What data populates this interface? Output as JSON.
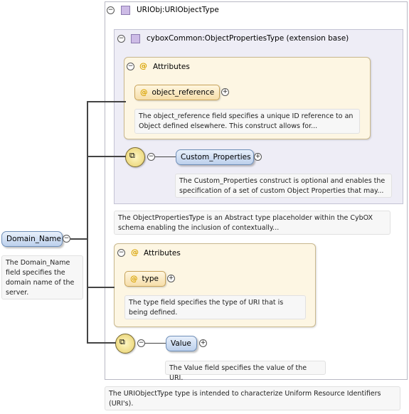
{
  "root": {
    "element_name": "Domain_Name",
    "doc": "The Domain_Name field specifies the domain name of the server."
  },
  "type": {
    "name": "URIObj:URIObjectType",
    "doc": "The URIObjectType type is intended to characterize Uniform Resource Identifiers (URI's)."
  },
  "extension": {
    "name": "cyboxCommon:ObjectPropertiesType (extension base)",
    "doc": "The ObjectPropertiesType is an Abstract type placeholder within the CybOX schema enabling the inclusion of contextually...",
    "attributes_label": "Attributes",
    "attribute": {
      "name": "object_reference",
      "doc": "The object_reference field specifies a unique ID reference to an Object defined elsewhere. This construct allows for..."
    },
    "element": {
      "name": "Custom_Properties",
      "doc": "The Custom_Properties construct is optional and enables the specification of a set of custom Object Properties that may..."
    }
  },
  "own": {
    "attributes_label": "Attributes",
    "attribute": {
      "name": "type",
      "doc": "The type field specifies the type of URI that is being defined."
    },
    "element": {
      "name": "Value",
      "doc": "The Value field specifies the value of the URI."
    }
  },
  "colors": {
    "element_fill": "#bcd0ec",
    "attribute_fill": "#f6deaa",
    "extension_fill": "#eeedf6",
    "attribute_group_fill": "#fdf6e3"
  }
}
